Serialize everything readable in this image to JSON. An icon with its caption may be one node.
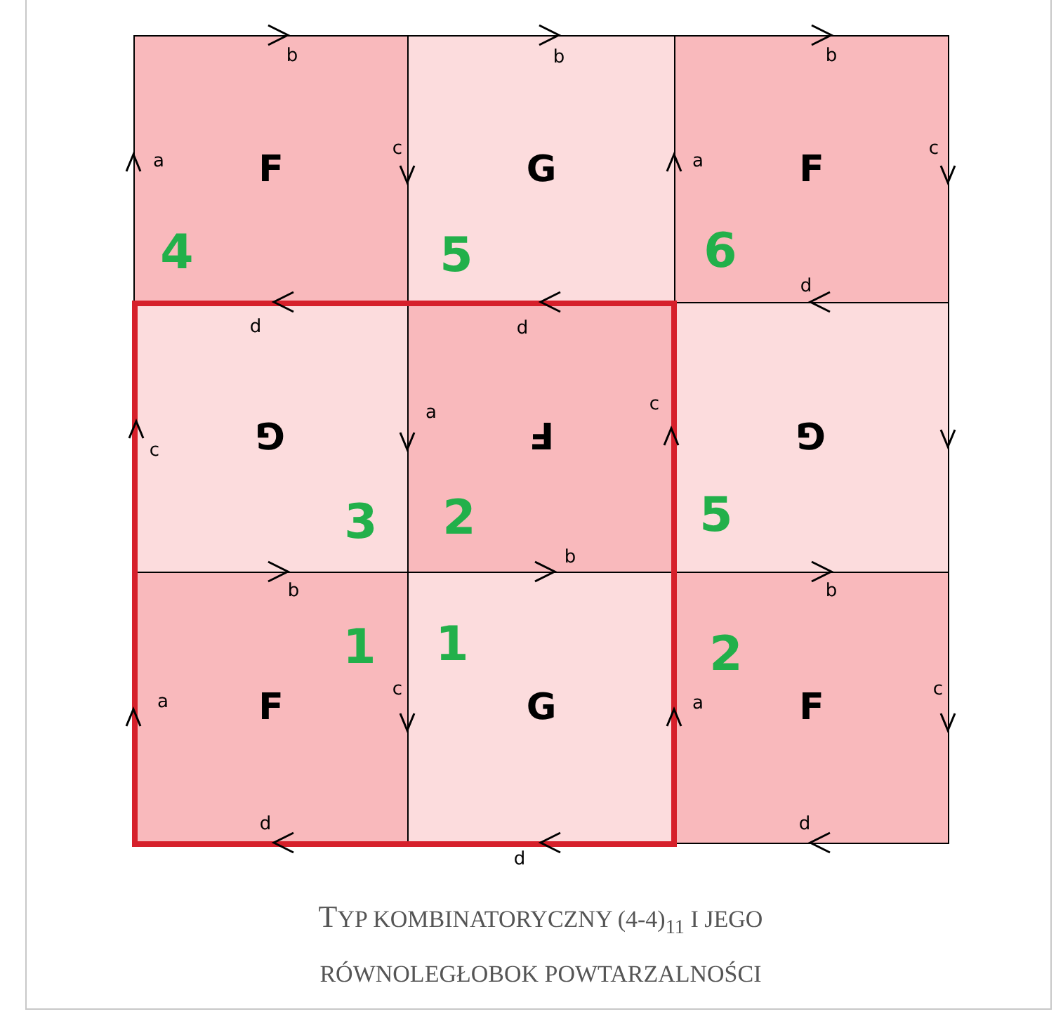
{
  "diagram": {
    "caption": "TYP KOMBINATORYCZNY (4-4)$_{11}$ I JEGO RÓWNOLEGŁOBOK POWTARZALNOŚCI",
    "nodes": [
      {
        "text": [
          "F"
        ]
      },
      {
        "text": [
          "G"
        ]
      },
      {
        "text": [
          "F"
        ]
      },
      {
        "text": [
          "⅁"
        ]
      },
      {
        "text": [
          "Ⅎ"
        ]
      },
      {
        "text": [
          "⅁"
        ]
      },
      {
        "text": [
          "F"
        ]
      },
      {
        "text": [
          "G"
        ]
      },
      {
        "text": [
          "F"
        ]
      }
    ],
    "labels": [
      "b",
      "b",
      "b",
      "a",
      "c",
      "a",
      "c",
      "4",
      "5",
      "6",
      "d",
      "d",
      "d",
      "a",
      "c",
      "c",
      "3",
      "2",
      "5",
      "b",
      "b",
      "b",
      "1",
      "1",
      "2",
      "a",
      "c",
      "a",
      "c",
      "d",
      "d",
      "d"
    ]
  }
}
